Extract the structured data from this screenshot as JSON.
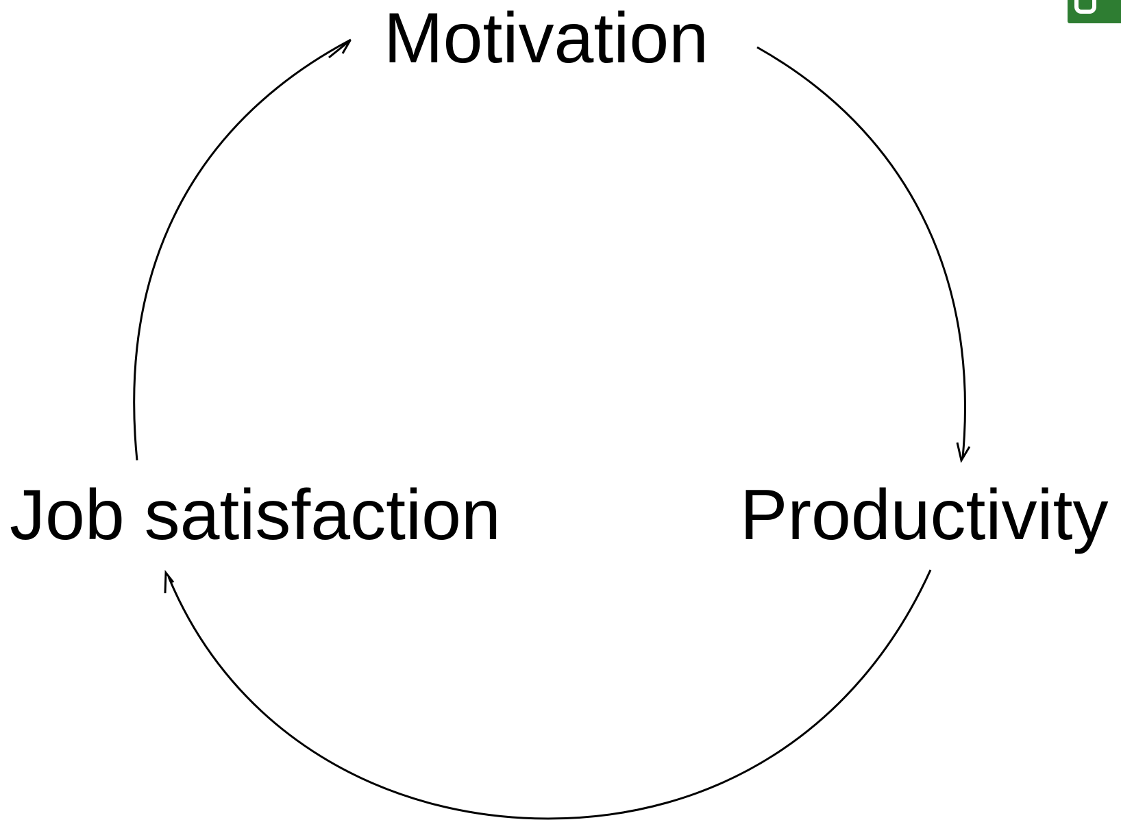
{
  "diagram": {
    "type": "cycle",
    "nodes": [
      {
        "id": "motivation",
        "label": "Motivation"
      },
      {
        "id": "job_satisfaction",
        "label": "Job satisfaction"
      },
      {
        "id": "productivity",
        "label": "Productivity"
      }
    ],
    "edges": [
      {
        "from": "motivation",
        "to": "productivity"
      },
      {
        "from": "productivity",
        "to": "job_satisfaction"
      },
      {
        "from": "job_satisfaction",
        "to": "motivation"
      }
    ],
    "stroke_color": "#000000",
    "background_color": "#ffffff"
  },
  "logo": {
    "icon": "logo-icon",
    "color": "#2e7d32"
  }
}
